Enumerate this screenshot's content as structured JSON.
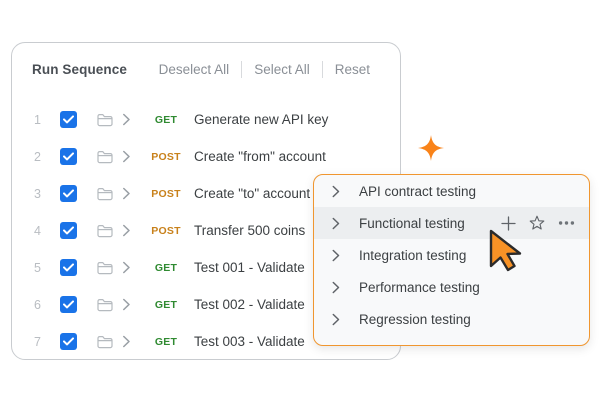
{
  "card": {
    "title": "Run Sequence",
    "actions": [
      {
        "label": "Deselect All"
      },
      {
        "label": "Select All"
      },
      {
        "label": "Reset"
      }
    ],
    "rows": [
      {
        "index": "1",
        "method": "GET",
        "label": "Generate new API key"
      },
      {
        "index": "2",
        "method": "POST",
        "label": "Create \"from\" account"
      },
      {
        "index": "3",
        "method": "POST",
        "label": "Create \"to\" account"
      },
      {
        "index": "4",
        "method": "POST",
        "label": "Transfer 500 coins"
      },
      {
        "index": "5",
        "method": "GET",
        "label": "Test 001 - Validate"
      },
      {
        "index": "6",
        "method": "GET",
        "label": "Test 002 - Validate"
      },
      {
        "index": "7",
        "method": "GET",
        "label": "Test 003 - Validate"
      }
    ]
  },
  "dropdown": {
    "items": [
      {
        "label": "API contract testing",
        "active": false
      },
      {
        "label": "Functional testing",
        "active": true
      },
      {
        "label": "Integration testing",
        "active": false
      },
      {
        "label": "Performance testing",
        "active": false
      },
      {
        "label": "Regression testing",
        "active": false
      }
    ],
    "row_icons": [
      "plus-icon",
      "star-icon",
      "more-options-icon"
    ]
  },
  "colors": {
    "checkbox_blue": "#1a73e8",
    "method_get": "#2f8a31",
    "method_post": "#c8811b",
    "dropdown_border": "#f0962f",
    "sparkle": "#f98319",
    "cursor": "#f79226",
    "active_row_bg": "#eceef0"
  },
  "decorations": {
    "sparkle_icon": "sparkle-icon",
    "cursor_icon": "mouse-cursor-icon"
  }
}
